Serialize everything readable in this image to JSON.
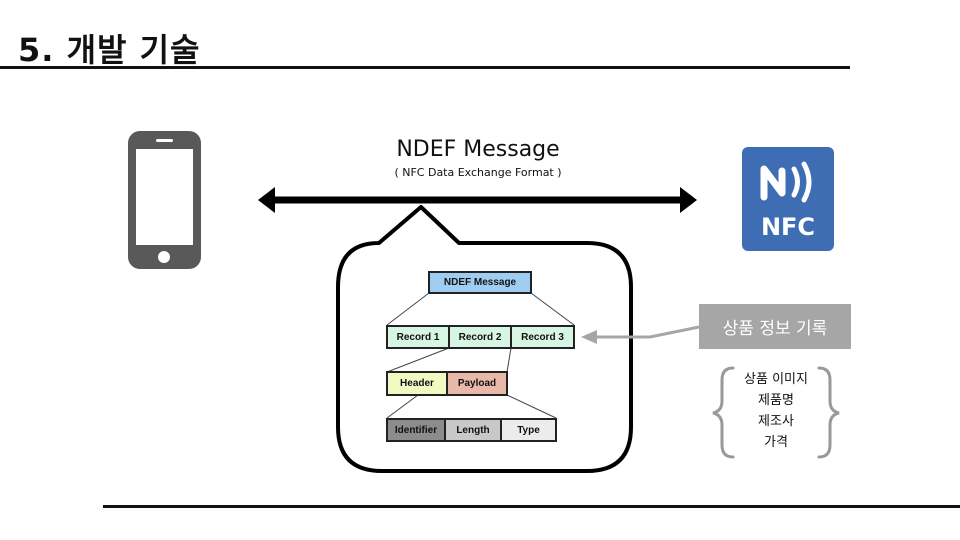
{
  "slide": {
    "title": "5. 개발 기술"
  },
  "ndef": {
    "title": "NDEF Message",
    "subtitle": "( NFC Data Exchange Format )"
  },
  "nfc_logo": {
    "text": "NFC",
    "color": "#3e6db3"
  },
  "structure": {
    "message": "NDEF Message",
    "records": [
      "Record 1",
      "Record 2",
      "Record 3"
    ],
    "parts": [
      "Header",
      "Payload"
    ],
    "fields": [
      "Identifier",
      "Length",
      "Type"
    ]
  },
  "product_info": {
    "button": "상품 정보 기록",
    "items": [
      "상품 이미지",
      "제품명",
      "제조사",
      "가격"
    ]
  },
  "colors": {
    "message_box": "#9fcdf2",
    "record_box": "#d6f5e3",
    "header_box": "#f2f9c2",
    "payload_box": "#e8b8a8",
    "identifier_box": "#8c8c8c",
    "length_box": "#c8c8c8",
    "type_box": "#ececec"
  }
}
